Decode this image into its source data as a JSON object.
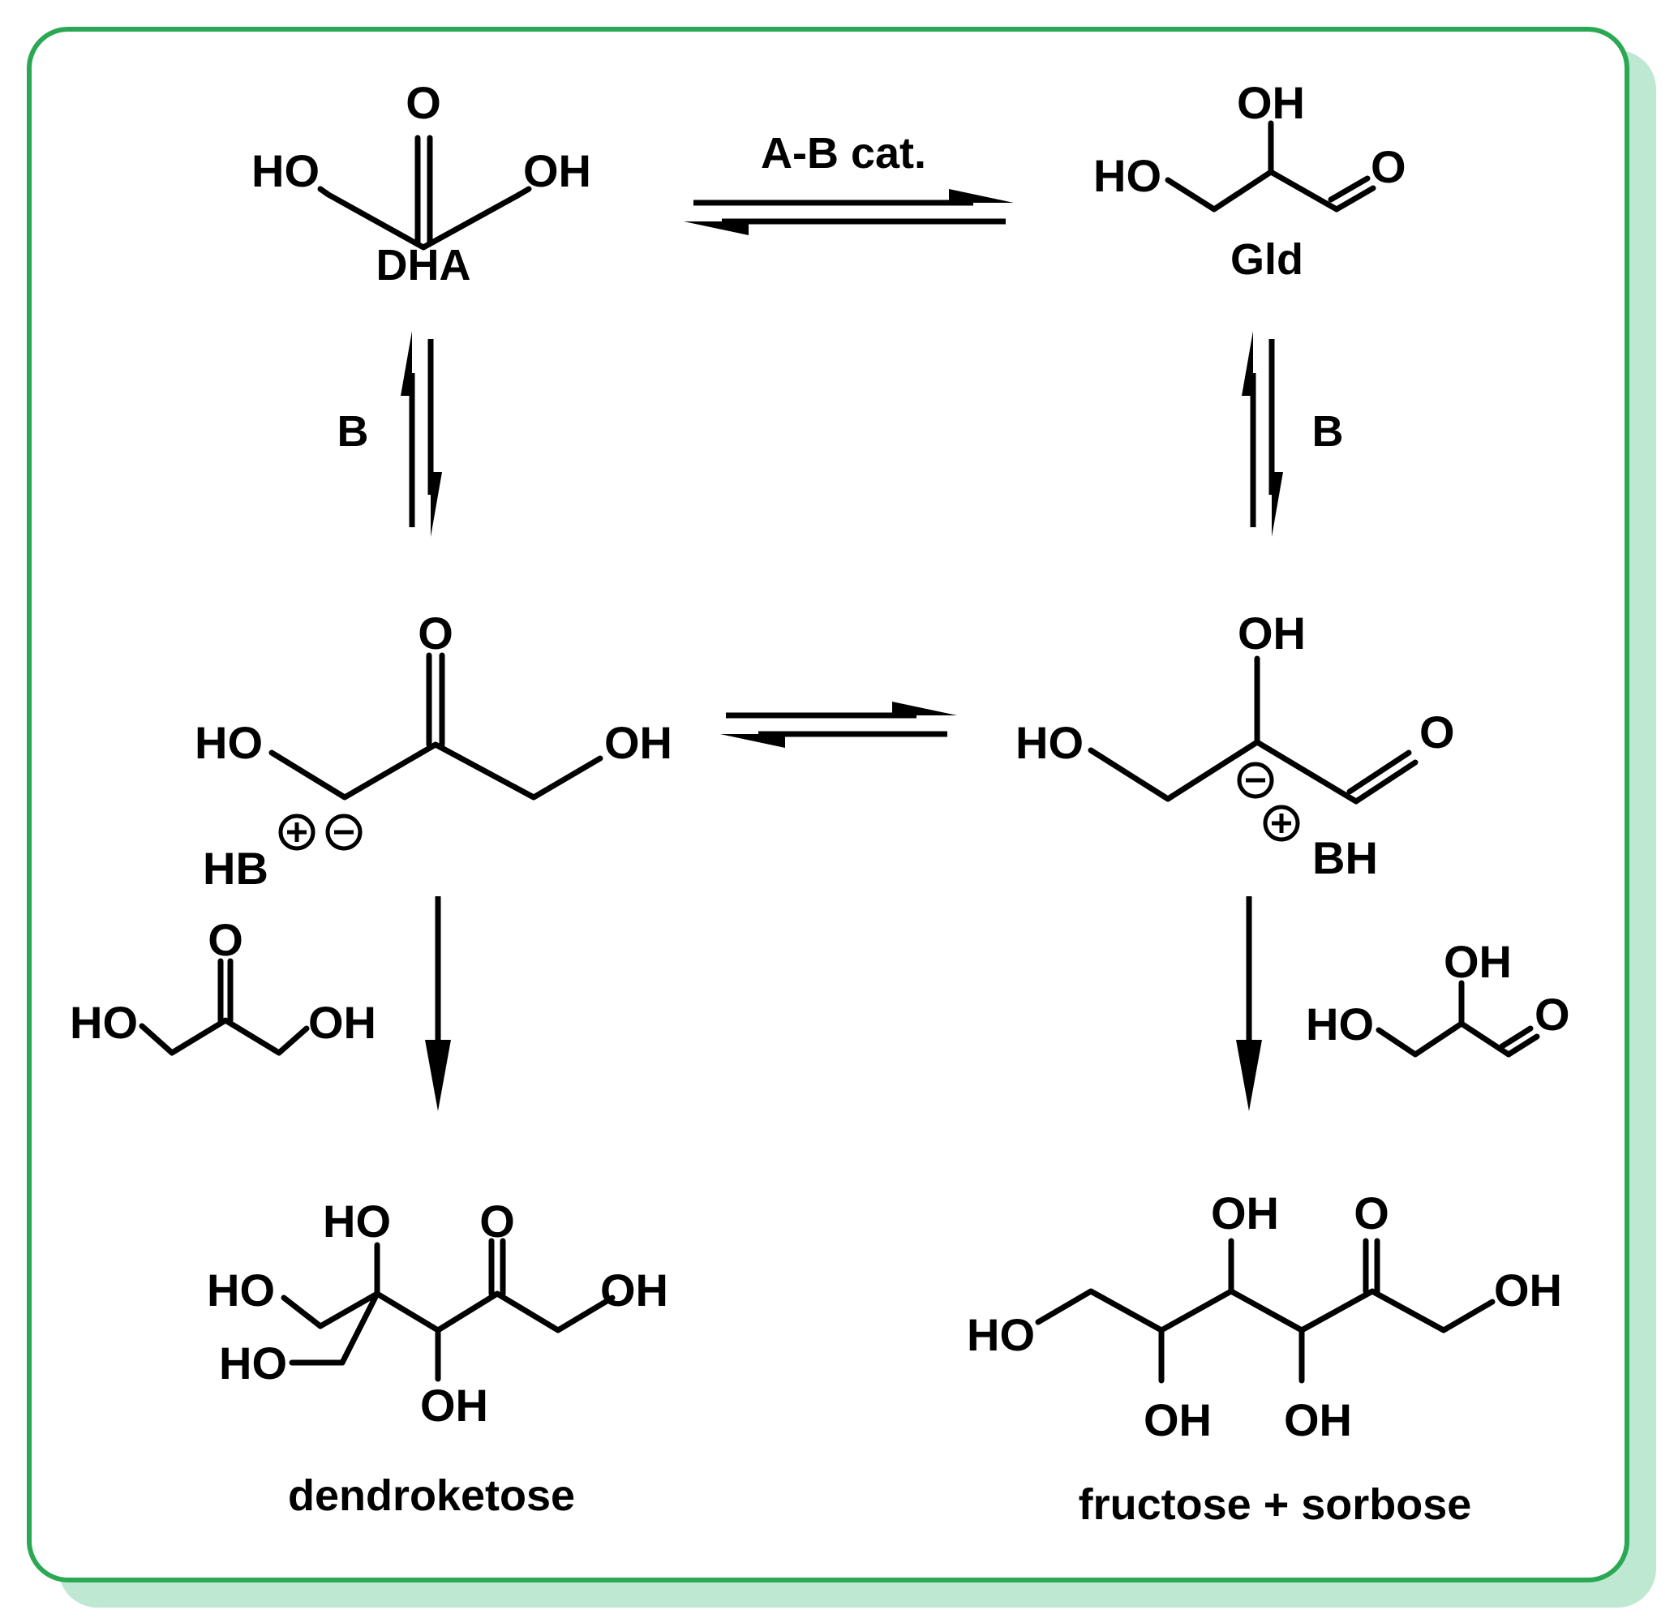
{
  "colors": {
    "frame": "#2aa854",
    "shadow": "#bfe8d2",
    "ink": "#000000"
  },
  "arrows": {
    "top_catalyst": "A-B cat.",
    "left_base": "B",
    "right_base": "B"
  },
  "dha": {
    "o_top": "O",
    "ho": "HO",
    "oh": "OH",
    "name": "DHA"
  },
  "gld": {
    "oh_top": "OH",
    "ho": "HO",
    "o_right": "O",
    "name": "Gld"
  },
  "dha_enolate": {
    "o_top": "O",
    "ho": "HO",
    "oh": "OH",
    "hb": "HB"
  },
  "gld_enolate": {
    "oh_top": "OH",
    "ho": "HO",
    "o_right": "O",
    "bh": "BH"
  },
  "dha_reagent": {
    "o_top": "O",
    "ho": "HO",
    "oh": "OH"
  },
  "gld_reagent": {
    "oh_top": "OH",
    "ho": "HO",
    "o_right": "O"
  },
  "dendroketose": {
    "ho_top": "HO",
    "o_top": "O",
    "ho_left1": "HO",
    "ho_left2": "HO",
    "oh_right": "OH",
    "oh_bottom": "OH",
    "name": "dendroketose"
  },
  "fructose_sorbose": {
    "oh_top": "OH",
    "o_top": "O",
    "ho_left": "HO",
    "oh_right": "OH",
    "oh_bottom1": "OH",
    "oh_bottom2": "OH",
    "name": "fructose + sorbose"
  }
}
